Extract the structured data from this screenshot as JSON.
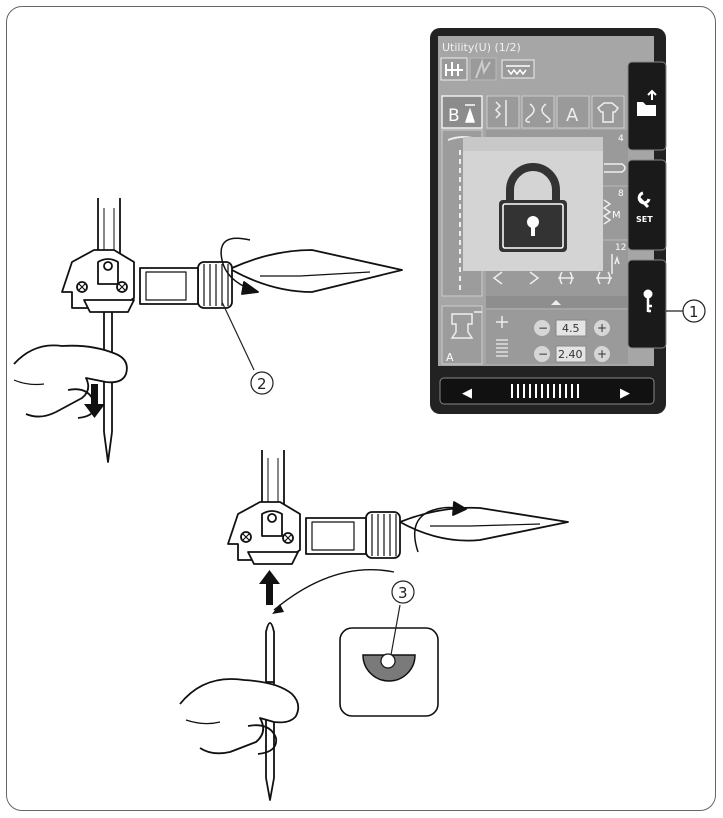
{
  "screen": {
    "title": "Utility(U) (1/2)",
    "pattern_numbers": [
      "4",
      "8",
      "12"
    ],
    "mode_letter": "A",
    "presser_label": "A",
    "width_value": "4.5",
    "length_value": "2.40",
    "minus_glyph": "−",
    "plus_glyph": "+",
    "set_label": "SET",
    "m_label": "M",
    "prev_glyph": "◀",
    "next_glyph": "▶"
  },
  "callouts": [
    "1",
    "2",
    "3"
  ],
  "colors": {
    "screen_frame": "#222222",
    "screen_bg": "#a6a6a6",
    "lock_overlay": "#d4d4d4",
    "lock_body": "#333333",
    "dial_fill": "#6e6e6e"
  },
  "icons": [
    "lock-icon",
    "key-icon",
    "wrench-icon",
    "folder-export-icon",
    "screwdriver-icon",
    "needle-clamp-icon",
    "needle-icon",
    "hand-icon",
    "arrow-down-icon",
    "arrow-up-icon"
  ]
}
